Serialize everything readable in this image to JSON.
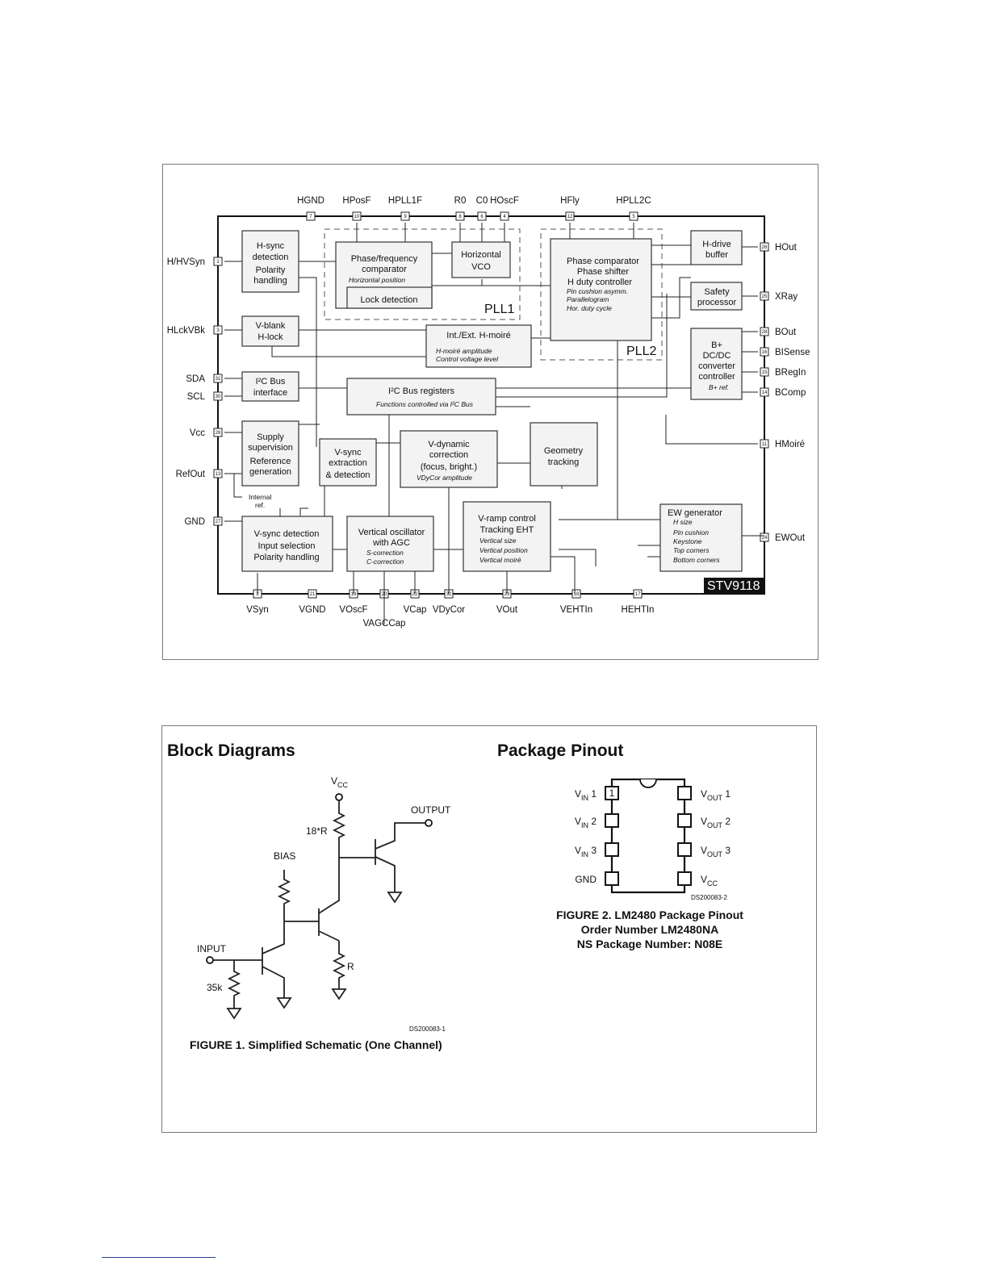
{
  "top_figure": {
    "chip_label": "STV9118",
    "top_pins": [
      {
        "name": "HGND",
        "num": "7"
      },
      {
        "name": "HPosF",
        "num": "10"
      },
      {
        "name": "HPLL1F",
        "num": "9"
      },
      {
        "name": "R0",
        "num": "8"
      },
      {
        "name": "C0",
        "num": "6"
      },
      {
        "name": "HOscF",
        "num": "4"
      },
      {
        "name": "HFly",
        "num": "12"
      },
      {
        "name": "HPLL2C",
        "num": "5"
      }
    ],
    "left_pins": [
      {
        "name": "H/HVSyn",
        "num": "1"
      },
      {
        "name": "HLckVBk",
        "num": "3"
      },
      {
        "name": "SDA",
        "num": "31"
      },
      {
        "name": "SCL",
        "num": "30"
      },
      {
        "name": "Vcc",
        "num": "26"
      },
      {
        "name": "RefOut",
        "num": "13"
      },
      {
        "name": "GND",
        "num": "27"
      }
    ],
    "right_pins": [
      {
        "name": "HOut",
        "num": "26"
      },
      {
        "name": "XRay",
        "num": "25"
      },
      {
        "name": "BOut",
        "num": "28"
      },
      {
        "name": "BISense",
        "num": "16"
      },
      {
        "name": "BRegIn",
        "num": "15"
      },
      {
        "name": "BComp",
        "num": "14"
      },
      {
        "name": "HMoiré",
        "num": "11"
      },
      {
        "name": "EWOut",
        "num": "24"
      }
    ],
    "bottom_pins": [
      {
        "name": "VSyn",
        "num": "2"
      },
      {
        "name": "VGND",
        "num": "21"
      },
      {
        "name": "VOscF",
        "num": "19"
      },
      {
        "name": "VAGCCap",
        "num": "20"
      },
      {
        "name": "VCap",
        "num": "22"
      },
      {
        "name": "VDyCor",
        "num": "32"
      },
      {
        "name": "VOut",
        "num": "23"
      },
      {
        "name": "VEHTIn",
        "num": "18"
      },
      {
        "name": "HEHTIn",
        "num": "17"
      }
    ],
    "pll1_label": "PLL1",
    "pll2_label": "PLL2",
    "internal_ref": [
      "Internal",
      "ref."
    ],
    "blocks": {
      "hsync": [
        "H-sync",
        "detection",
        "Polarity",
        "handling"
      ],
      "phase_freq": [
        "Phase/frequency",
        "comparator"
      ],
      "phase_freq_sub": "Horizontal position",
      "lock": "Lock detection",
      "hvco": [
        "Horizontal",
        "VCO"
      ],
      "phase_comp": [
        "Phase comparator",
        "Phase shifter",
        "H duty controller"
      ],
      "phase_comp_sub": [
        "Pin cushion asymm.",
        "Parallelogram",
        "Hor. duty cycle"
      ],
      "hdrive": [
        "H-drive",
        "buffer"
      ],
      "safety": [
        "Safety",
        "processor"
      ],
      "vblank": [
        "V-blank",
        "H-lock"
      ],
      "hmoire": "Int./Ext. H-moiré",
      "hmoire_sub": [
        "H-moiré amplitude",
        "Control voltage level"
      ],
      "bplus": [
        "B+",
        "DC/DC",
        "converter",
        "controller"
      ],
      "bplus_sub": "B+ ref.",
      "i2c_if": [
        "I²C Bus",
        "interface"
      ],
      "i2c_reg": "I²C Bus registers",
      "i2c_reg_sub": "Functions controlled via I²C Bus",
      "supply": [
        "Supply",
        "supervision",
        "Reference",
        "generation"
      ],
      "vsync_ext": [
        "V-sync",
        "extraction",
        "& detection"
      ],
      "vdyn": [
        "V-dynamic",
        "correction",
        "(focus, bright.)"
      ],
      "vdyn_sub": "VDyCor amplitude",
      "geom": [
        "Geometry",
        "tracking"
      ],
      "vsync_det": [
        "V-sync detection",
        "Input selection",
        "Polarity handling"
      ],
      "vosc": [
        "Vertical oscillator",
        "with AGC"
      ],
      "vosc_sub": [
        "S-correction",
        "C-correction"
      ],
      "vramp": [
        "V-ramp control",
        "Tracking EHT"
      ],
      "vramp_sub": [
        "Vertical size",
        "Vertical position",
        "Vertical moiré"
      ],
      "ew": "EW generator",
      "ew_sub": [
        "H size",
        "Pin cushion",
        "Keystone",
        "Top corners",
        "Bottom corners"
      ]
    }
  },
  "bottom_figure": {
    "block_heading": "Block Diagrams",
    "pinout_heading": "Package Pinout",
    "schematic": {
      "vcc": "V",
      "vcc_sub": "CC",
      "output": "OUTPUT",
      "bias": "BIAS",
      "input": "INPUT",
      "r_top": "18*R",
      "r_emitter": "R",
      "r_input": "35k",
      "ds": "DS200083-1",
      "caption": "FIGURE 1. Simplified Schematic (One Channel)"
    },
    "pinout": {
      "left": [
        {
          "label": "V",
          "sub": "IN",
          "suffix": " 1"
        },
        {
          "label": "V",
          "sub": "IN",
          "suffix": " 2"
        },
        {
          "label": "V",
          "sub": "IN",
          "suffix": " 3"
        },
        {
          "label": "GND",
          "sub": "",
          "suffix": ""
        }
      ],
      "right": [
        {
          "label": "V",
          "sub": "OUT",
          "suffix": " 1"
        },
        {
          "label": "V",
          "sub": "OUT",
          "suffix": " 2"
        },
        {
          "label": "V",
          "sub": "OUT",
          "suffix": " 3"
        },
        {
          "label": "V",
          "sub": "CC",
          "suffix": ""
        }
      ],
      "pin1": "1",
      "ds": "DS200083-2",
      "caption": [
        "FIGURE 2. LM2480 Package Pinout",
        "Order Number LM2480NA",
        "NS Package Number: N08E"
      ]
    }
  }
}
